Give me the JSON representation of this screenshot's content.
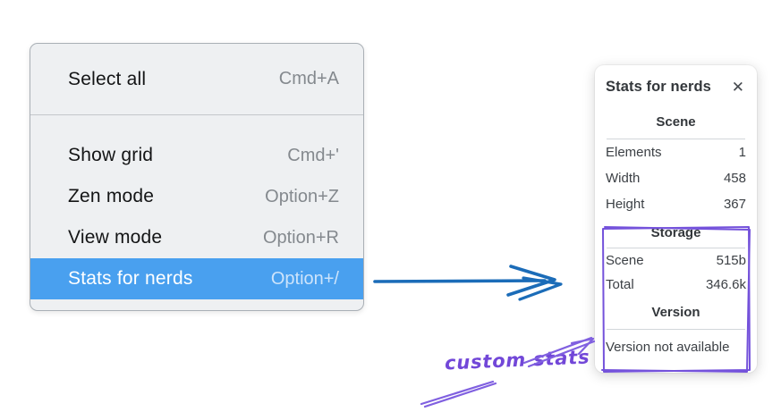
{
  "menu": {
    "items": [
      {
        "label": "Select all",
        "shortcut": "Cmd+A",
        "selected": false
      },
      {
        "label": "Show grid",
        "shortcut": "Cmd+'",
        "selected": false
      },
      {
        "label": "Zen mode",
        "shortcut": "Option+Z",
        "selected": false
      },
      {
        "label": "View mode",
        "shortcut": "Option+R",
        "selected": false
      },
      {
        "label": "Stats for nerds",
        "shortcut": "Option+/",
        "selected": true
      }
    ]
  },
  "stats_panel": {
    "title": "Stats for nerds",
    "close_glyph": "✕",
    "sections": [
      {
        "header": "Scene",
        "rows": [
          {
            "label": "Elements",
            "value": "1"
          },
          {
            "label": "Width",
            "value": "458"
          },
          {
            "label": "Height",
            "value": "367"
          }
        ]
      },
      {
        "header": "Storage",
        "rows": [
          {
            "label": "Scene",
            "value": "515b"
          },
          {
            "label": "Total",
            "value": "346.6k"
          }
        ]
      },
      {
        "header": "Version",
        "note": "Version not available"
      }
    ]
  },
  "annotation": {
    "label": "custom stats"
  },
  "colors": {
    "menu_background": "#eef0f2",
    "menu_highlight": "#49a0ef",
    "arrow_blue": "#1b6cb8",
    "annotation_purple": "#7b58dd"
  }
}
